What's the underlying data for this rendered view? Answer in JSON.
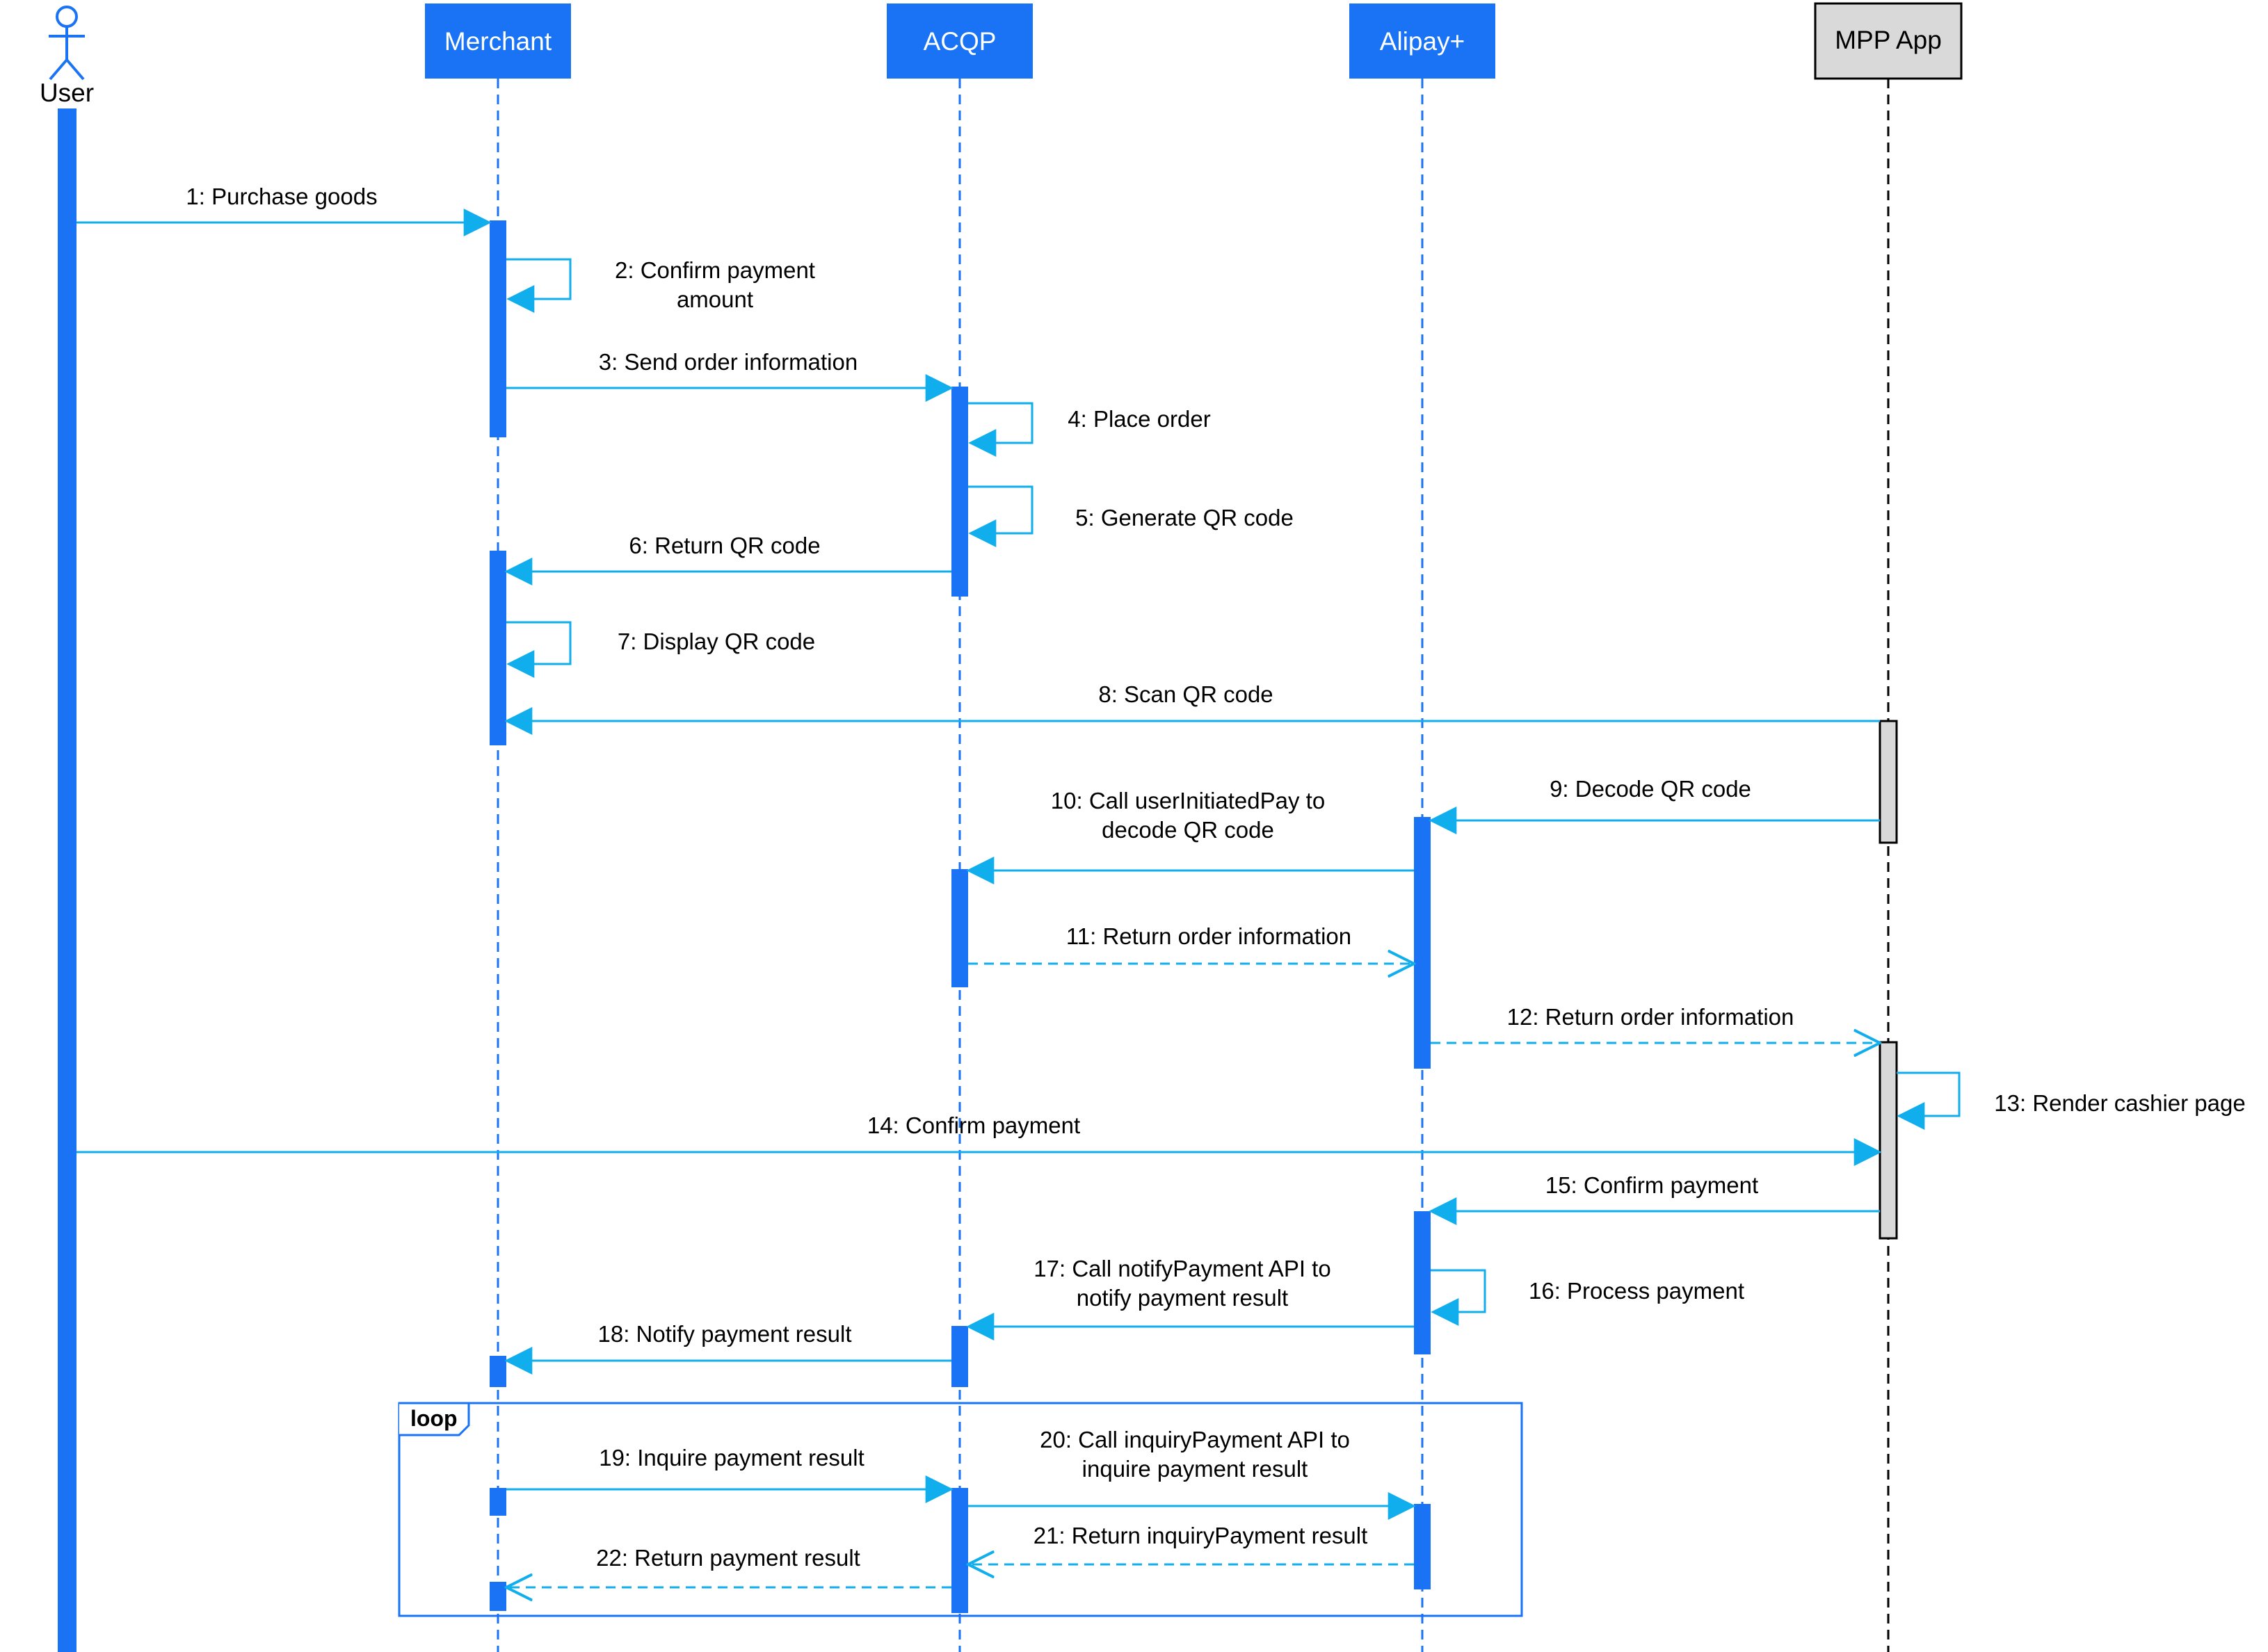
{
  "colors": {
    "bar": "#1a73f5",
    "arrow": "#11aeee",
    "lifeline": "#1a73f5",
    "mpp_fill": "#d9d9d9",
    "text": "#000000",
    "header_text": "#ffffff"
  },
  "actor": {
    "label": "User",
    "icon": "stick-figure-icon"
  },
  "participants": {
    "merchant": "Merchant",
    "acqp": "ACQP",
    "alipay": "Alipay+",
    "mpp": "MPP App"
  },
  "messages": [
    {
      "id": 1,
      "lines": [
        "1: Purchase goods"
      ]
    },
    {
      "id": 2,
      "lines": [
        "2: Confirm payment",
        "amount"
      ]
    },
    {
      "id": 3,
      "lines": [
        "3: Send order information"
      ]
    },
    {
      "id": 4,
      "lines": [
        "4: Place order"
      ]
    },
    {
      "id": 5,
      "lines": [
        "5: Generate QR code"
      ]
    },
    {
      "id": 6,
      "lines": [
        "6: Return QR code"
      ]
    },
    {
      "id": 7,
      "lines": [
        "7: Display QR code"
      ]
    },
    {
      "id": 8,
      "lines": [
        "8: Scan QR code"
      ]
    },
    {
      "id": 9,
      "lines": [
        "9: Decode QR code"
      ]
    },
    {
      "id": 10,
      "lines": [
        "10: Call userInitiatedPay to",
        "decode QR code"
      ]
    },
    {
      "id": 11,
      "lines": [
        "11: Return order information"
      ]
    },
    {
      "id": 12,
      "lines": [
        "12: Return order information"
      ]
    },
    {
      "id": 13,
      "lines": [
        "13: Render cashier page"
      ]
    },
    {
      "id": 14,
      "lines": [
        "14: Confirm payment"
      ]
    },
    {
      "id": 15,
      "lines": [
        "15: Confirm payment"
      ]
    },
    {
      "id": 16,
      "lines": [
        "16: Process payment"
      ]
    },
    {
      "id": 17,
      "lines": [
        "17: Call notifyPayment API to",
        "notify payment result"
      ]
    },
    {
      "id": 18,
      "lines": [
        "18: Notify payment result"
      ]
    },
    {
      "id": 19,
      "lines": [
        "19: Inquire payment result"
      ]
    },
    {
      "id": 20,
      "lines": [
        "20: Call inquiryPayment API to",
        "inquire payment result"
      ]
    },
    {
      "id": 21,
      "lines": [
        "21: Return inquiryPayment result"
      ]
    },
    {
      "id": 22,
      "lines": [
        "22: Return payment result"
      ]
    }
  ],
  "loop": {
    "label": "loop"
  }
}
